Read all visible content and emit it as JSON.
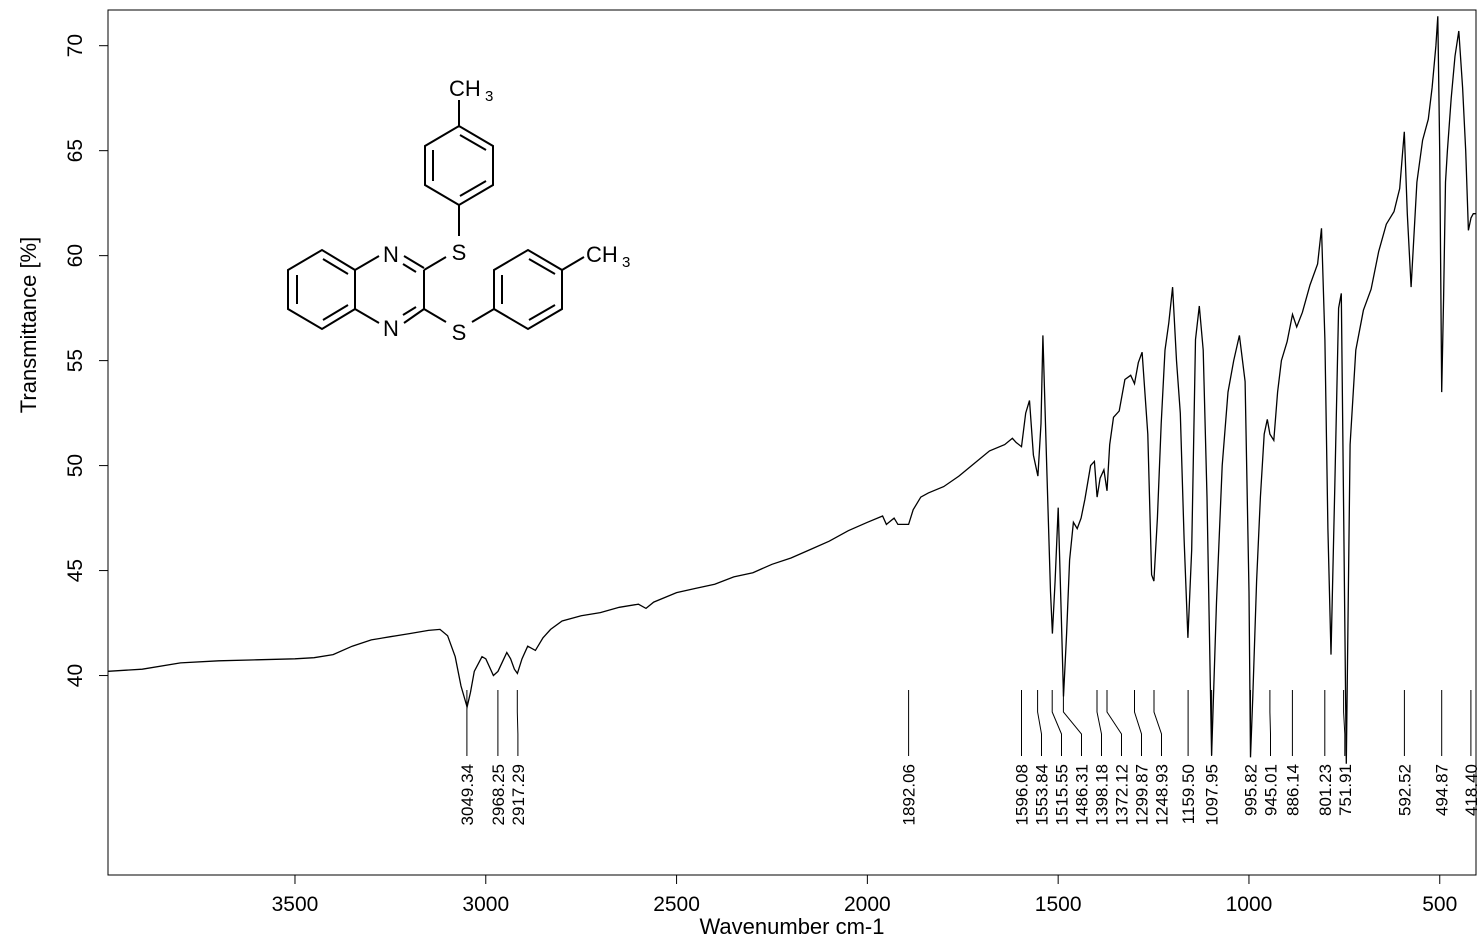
{
  "chart_data": {
    "type": "line",
    "xlabel": "Wavenumber cm-1",
    "ylabel": "Transmittance [%]",
    "xlim": [
      3990,
      405
    ],
    "ylim": [
      30.5,
      71.7
    ],
    "x_ticks": [
      3500,
      3000,
      2500,
      2000,
      1500,
      1000,
      500
    ],
    "y_ticks": [
      40,
      45,
      50,
      55,
      60,
      65,
      70
    ],
    "grid": false,
    "legend": "none",
    "line_color": "#000000",
    "series": [
      {
        "x": [
          3990,
          3900,
          3800,
          3700,
          3600,
          3500,
          3450,
          3400,
          3350,
          3300,
          3250,
          3200,
          3150,
          3120,
          3100,
          3080,
          3065,
          3049,
          3040,
          3030,
          3010,
          3000,
          2990,
          2980,
          2968,
          2955,
          2945,
          2935,
          2925,
          2917,
          2905,
          2890,
          2870,
          2850,
          2830,
          2800,
          2750,
          2700,
          2650,
          2600,
          2580,
          2560,
          2500,
          2450,
          2400,
          2350,
          2300,
          2250,
          2200,
          2150,
          2100,
          2050,
          2000,
          1960,
          1950,
          1930,
          1920,
          1892,
          1880,
          1860,
          1840,
          1800,
          1760,
          1720,
          1680,
          1640,
          1620,
          1610,
          1596,
          1585,
          1575,
          1565,
          1553,
          1545,
          1540,
          1530,
          1520,
          1515,
          1508,
          1500,
          1492,
          1486,
          1478,
          1470,
          1460,
          1450,
          1440,
          1430,
          1415,
          1405,
          1398,
          1390,
          1380,
          1372,
          1365,
          1355,
          1340,
          1325,
          1310,
          1300,
          1290,
          1280,
          1265,
          1255,
          1249,
          1240,
          1230,
          1220,
          1210,
          1200,
          1190,
          1180,
          1170,
          1160,
          1150,
          1140,
          1130,
          1120,
          1110,
          1098,
          1085,
          1070,
          1055,
          1040,
          1025,
          1010,
          1000,
          996,
          990,
          980,
          970,
          960,
          952,
          945,
          935,
          925,
          915,
          900,
          886,
          875,
          860,
          840,
          820,
          810,
          801,
          793,
          785,
          775,
          765,
          758,
          752,
          745,
          735,
          720,
          700,
          680,
          660,
          640,
          620,
          605,
          598,
          593,
          585,
          575,
          560,
          545,
          530,
          520,
          510,
          505,
          500,
          495,
          490,
          485,
          480,
          470,
          460,
          450,
          440,
          432,
          425,
          418,
          412,
          405
        ],
        "y": [
          40.2,
          40.3,
          40.6,
          40.7,
          40.75,
          40.8,
          40.85,
          41.0,
          41.4,
          41.7,
          41.85,
          42.0,
          42.15,
          42.2,
          41.9,
          40.9,
          39.5,
          38.5,
          39.2,
          40.2,
          40.9,
          40.8,
          40.4,
          40.0,
          40.2,
          40.7,
          41.1,
          40.8,
          40.3,
          40.1,
          40.8,
          41.4,
          41.2,
          41.8,
          42.2,
          42.6,
          42.85,
          43.0,
          43.25,
          43.4,
          43.2,
          43.5,
          43.95,
          44.15,
          44.35,
          44.7,
          44.9,
          45.3,
          45.6,
          46.0,
          46.4,
          46.9,
          47.3,
          47.6,
          47.2,
          47.5,
          47.2,
          47.2,
          47.9,
          48.5,
          48.7,
          49.0,
          49.5,
          50.1,
          50.7,
          51.0,
          51.3,
          51.1,
          50.9,
          52.5,
          53.1,
          50.5,
          49.5,
          52.0,
          56.2,
          50.0,
          44.0,
          42.0,
          44.5,
          48.0,
          43.0,
          39.0,
          42.0,
          45.5,
          47.3,
          47.0,
          47.5,
          48.4,
          50.0,
          50.2,
          48.5,
          49.4,
          49.8,
          48.8,
          51.0,
          52.3,
          52.6,
          54.1,
          54.3,
          53.9,
          54.9,
          55.4,
          51.5,
          44.8,
          44.5,
          47.5,
          52.0,
          55.5,
          56.8,
          58.5,
          55.0,
          52.5,
          46.5,
          41.8,
          46.0,
          56.0,
          57.6,
          55.5,
          48.5,
          36.2,
          43.5,
          50.0,
          53.5,
          55.0,
          56.2,
          54.0,
          44.0,
          36.1,
          39.0,
          44.5,
          48.5,
          51.5,
          52.2,
          51.5,
          51.2,
          53.5,
          55.0,
          55.9,
          57.2,
          56.6,
          57.3,
          58.6,
          59.6,
          61.3,
          56.0,
          47.0,
          41.0,
          49.0,
          57.5,
          58.2,
          48.0,
          35.8,
          51.0,
          55.5,
          57.4,
          58.4,
          60.2,
          61.5,
          62.1,
          63.2,
          64.8,
          65.9,
          62.0,
          58.5,
          63.5,
          65.5,
          66.5,
          68.0,
          70.0,
          71.4,
          65.0,
          53.5,
          58.0,
          63.5,
          65.0,
          67.5,
          69.5,
          70.7,
          68.0,
          65.0,
          61.2,
          61.8,
          62.0,
          62.0
        ]
      }
    ],
    "peak_labels": [
      "3049.34",
      "2968.25",
      "2917.29",
      "1892.06",
      "1596.08",
      "1553.84",
      "1515.55",
      "1486.31",
      "1398.18",
      "1372.12",
      "1299.87",
      "1248.93",
      "1159.50",
      "1097.95",
      "995.82",
      "945.01",
      "886.14",
      "801.23",
      "751.91",
      "592.52",
      "494.87",
      "418.40"
    ],
    "peak_positions": [
      3049.34,
      2968.25,
      2917.29,
      1892.06,
      1596.08,
      1553.84,
      1515.55,
      1486.31,
      1398.18,
      1372.12,
      1299.87,
      1248.93,
      1159.5,
      1097.95,
      995.82,
      945.01,
      886.14,
      801.23,
      751.91,
      592.52,
      494.87,
      418.4
    ]
  },
  "molecule": {
    "atoms": {
      "n_top": "N",
      "n_bottom": "N",
      "s_top": "S",
      "s_bottom": "S",
      "methyl_top": "CH",
      "methyl_top_sub": "3",
      "methyl_right": "CH",
      "methyl_right_sub": "3"
    }
  }
}
